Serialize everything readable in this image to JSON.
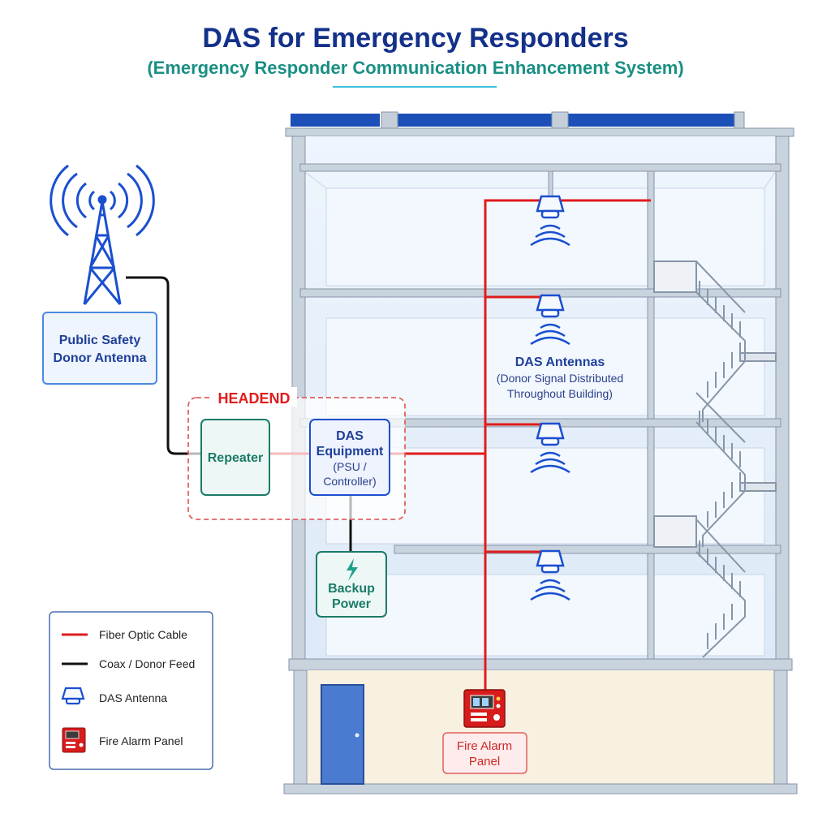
{
  "header": {
    "title": "DAS for Emergency Responders",
    "subtitle": "(Emergency Responder Communication Enhancement System)"
  },
  "donor": {
    "line1": "Public Safety",
    "line2": "Donor Antenna"
  },
  "headend": {
    "label": "HEADEND",
    "repeater": "Repeater",
    "das_line1": "DAS",
    "das_line2": "Equipment",
    "das_line3": "(PSU /",
    "das_line4": "Controller)"
  },
  "backup": {
    "line1": "Backup",
    "line2": "Power"
  },
  "das_antennas": {
    "title": "DAS Antennas",
    "line1": "(Donor Signal Distributed",
    "line2": "Throughout Building)"
  },
  "fire_panel": {
    "line1": "Fire Alarm",
    "line2": "Panel"
  },
  "legend": {
    "fiber": "Fiber Optic Cable",
    "coax": "Coax / Donor Feed",
    "antenna": "DAS Antenna",
    "fire_panel": "Fire Alarm Panel"
  },
  "colors": {
    "fiber": "#e01c1c",
    "coax": "#111111",
    "blue": "#1a4fd0",
    "green": "#1b7a68"
  }
}
